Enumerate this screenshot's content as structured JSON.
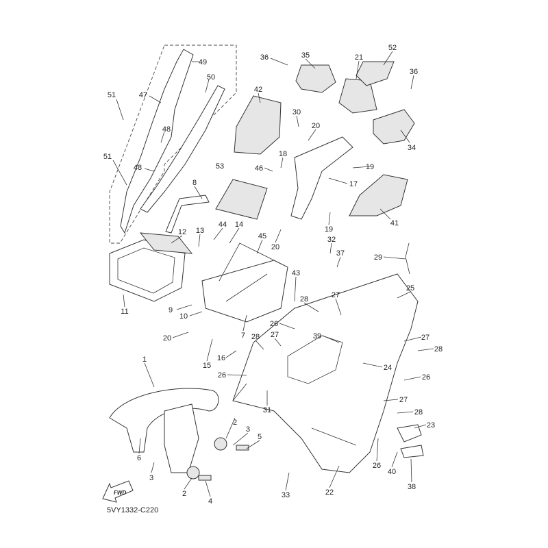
{
  "diagram": {
    "code": "5VY1332-C220",
    "fwd_label": "FWD",
    "callouts": [
      "49",
      "50",
      "47",
      "51",
      "48",
      "51",
      "48",
      "8",
      "12",
      "13",
      "44",
      "14",
      "45",
      "11",
      "9",
      "10",
      "20",
      "7",
      "15",
      "16",
      "36",
      "35",
      "21",
      "52",
      "36",
      "34",
      "42",
      "30",
      "20",
      "18",
      "46",
      "53",
      "19",
      "17",
      "19",
      "41",
      "20",
      "32",
      "37",
      "29",
      "43",
      "28",
      "27",
      "25",
      "26",
      "27",
      "28",
      "39",
      "27",
      "28",
      "24",
      "26",
      "26",
      "27",
      "28",
      "23",
      "31",
      "1",
      "2",
      "3",
      "5",
      "6",
      "3",
      "2",
      "4",
      "26",
      "40",
      "38",
      "33",
      "22"
    ]
  }
}
